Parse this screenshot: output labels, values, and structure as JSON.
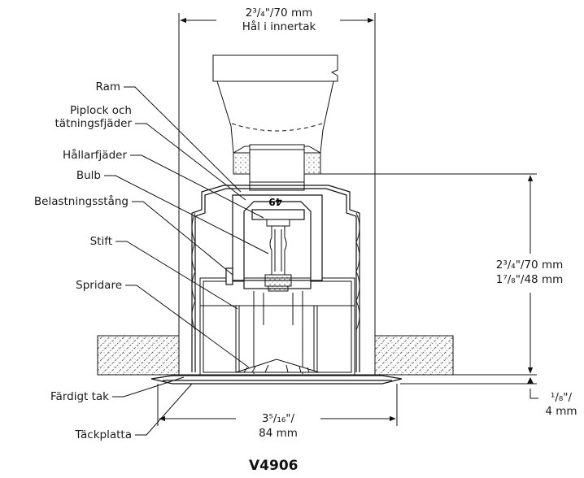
{
  "callouts": {
    "ram": "Ram",
    "piplock_line1": "Piplock och",
    "piplock_line2": "tätningsfjäder",
    "hallarfjader": "Hållarfjäder",
    "bulb": "Bulb",
    "belastningsstang": "Belastningsstång",
    "stift": "Stift",
    "spridare": "Spridare",
    "fardigt_tak": "Färdigt tak",
    "tackplatta": "Täckplatta"
  },
  "dimensions": {
    "hole_line1": "2³/₄\"/70 mm",
    "hole_line2": "Hål i innertak",
    "height_line1": "2³/₄\"/70 mm",
    "height_line2": "1⁷/₈\"/48 mm",
    "gap_line1": "¹/₈\"/",
    "gap_line2": "4 mm",
    "plate_line1": "3⁵/₁₆\"/",
    "plate_line2": "84 mm"
  },
  "part_marking": "49",
  "figure_id": "V4906"
}
